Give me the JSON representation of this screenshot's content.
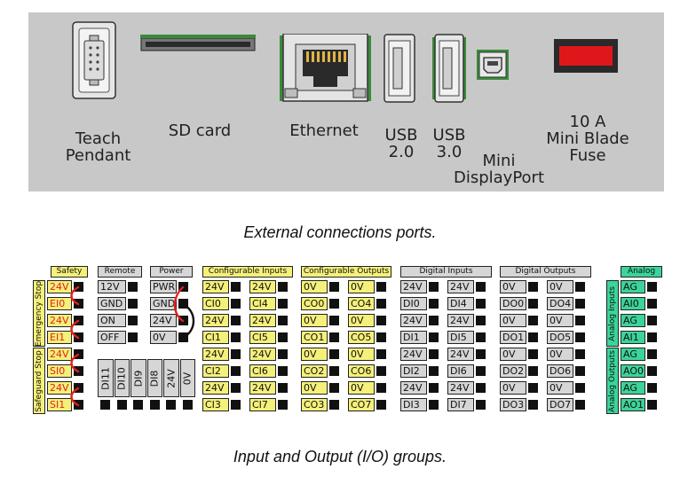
{
  "colors": {
    "panel": "#c8c8c8",
    "yellow": "#f4f07a",
    "gray": "#d6d6d6",
    "green": "#3bd49a",
    "red_text": "#e2201e",
    "wire_red": "#e2201e",
    "wire_black": "#111111",
    "fuse": "#e0171a"
  },
  "ports": {
    "teach_pendant": [
      "Teach",
      "Pendant"
    ],
    "sd_card": "SD card",
    "ethernet": "Ethernet",
    "usb2": [
      "USB",
      "2.0"
    ],
    "usb3": [
      "USB",
      "3.0"
    ],
    "mini_dp": [
      "Mini",
      "DisplayPort"
    ],
    "fuse": [
      "10 A",
      "Mini Blade",
      "Fuse"
    ]
  },
  "caption_ports": "External connections ports.",
  "caption_io": "Input and Output (I/O) groups.",
  "io": {
    "safety": {
      "title": "Safety",
      "side1": "Emergency Stop",
      "side2": "Safeguard Stop",
      "rows": [
        "24V",
        "EI0",
        "24V",
        "EI1",
        "24V",
        "SI0",
        "24V",
        "SI1"
      ]
    },
    "remote": {
      "title": "Remote",
      "rows": [
        "12V",
        "GND",
        "ON",
        "OFF"
      ]
    },
    "power": {
      "title": "Power",
      "rows": [
        "PWR",
        "GND",
        "24V",
        "0V"
      ]
    },
    "misc": {
      "labels": [
        "DI11",
        "DI10",
        "DI9",
        "DI8",
        "24V",
        "0V"
      ]
    },
    "config_inputs": {
      "title": "Configurable Inputs",
      "col1": [
        "24V",
        "CI0",
        "24V",
        "CI1",
        "24V",
        "CI2",
        "24V",
        "CI3"
      ],
      "col2": [
        "24V",
        "CI4",
        "24V",
        "CI5",
        "24V",
        "CI6",
        "24V",
        "CI7"
      ]
    },
    "config_outputs": {
      "title": "Configurable Outputs",
      "col1": [
        "0V",
        "CO0",
        "0V",
        "CO1",
        "0V",
        "CO2",
        "0V",
        "CO3"
      ],
      "col2": [
        "0V",
        "CO4",
        "0V",
        "CO5",
        "0V",
        "CO6",
        "0V",
        "CO7"
      ]
    },
    "digital_inputs": {
      "title": "Digital Inputs",
      "col1": [
        "24V",
        "DI0",
        "24V",
        "DI1",
        "24V",
        "DI2",
        "24V",
        "DI3"
      ],
      "col2": [
        "24V",
        "DI4",
        "24V",
        "DI5",
        "24V",
        "DI6",
        "24V",
        "DI7"
      ]
    },
    "digital_outputs": {
      "title": "Digital Outputs",
      "col1": [
        "0V",
        "DO0",
        "0V",
        "DO1",
        "0V",
        "DO2",
        "0V",
        "DO3"
      ],
      "col2": [
        "0V",
        "DO4",
        "0V",
        "DO5",
        "0V",
        "DO6",
        "0V",
        "DO7"
      ]
    },
    "analog": {
      "title": "Analog",
      "side1": "Analog Inputs",
      "side2": "Analog Outputs",
      "rows": [
        "AG",
        "AI0",
        "AG",
        "AI1",
        "AG",
        "AO0",
        "AG",
        "AO1"
      ]
    }
  }
}
